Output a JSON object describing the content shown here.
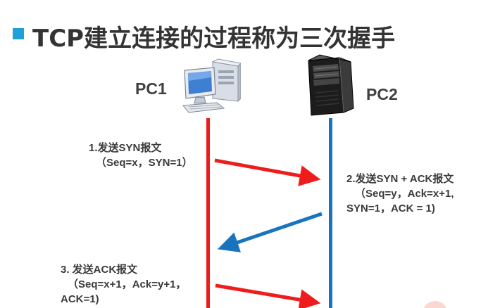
{
  "slide": {
    "title": "TCP建立连接的过程称为三次握手"
  },
  "hosts": {
    "pc1": {
      "label": "PC1",
      "icon": "desktop-computer-icon",
      "line_color": "#ee1c1c"
    },
    "pc2": {
      "label": "PC2",
      "icon": "server-tower-icon",
      "line_color": "#1a74bd"
    }
  },
  "messages": [
    {
      "line1": "1.发送SYN报文",
      "line2": "（Seq=x，SYN=1）",
      "direction": "PC1 -> PC2",
      "arrow_color": "#ee1c1c"
    },
    {
      "line1": "2.发送SYN + ACK报文",
      "line2": "（Seq=y，Ack=x+1,",
      "line3": "SYN=1，ACK = 1)",
      "direction": "PC2 -> PC1",
      "arrow_color": "#1a74bd"
    },
    {
      "line1": "3. 发送ACK报文",
      "line2": "（Seq=x+1，Ack=y+1，",
      "line3": "ACK=1)",
      "direction": "PC1 -> PC2",
      "arrow_color": "#ee1c1c"
    }
  ],
  "colors": {
    "title_bullet": "#1fa0d8",
    "title_text": "#333333"
  }
}
